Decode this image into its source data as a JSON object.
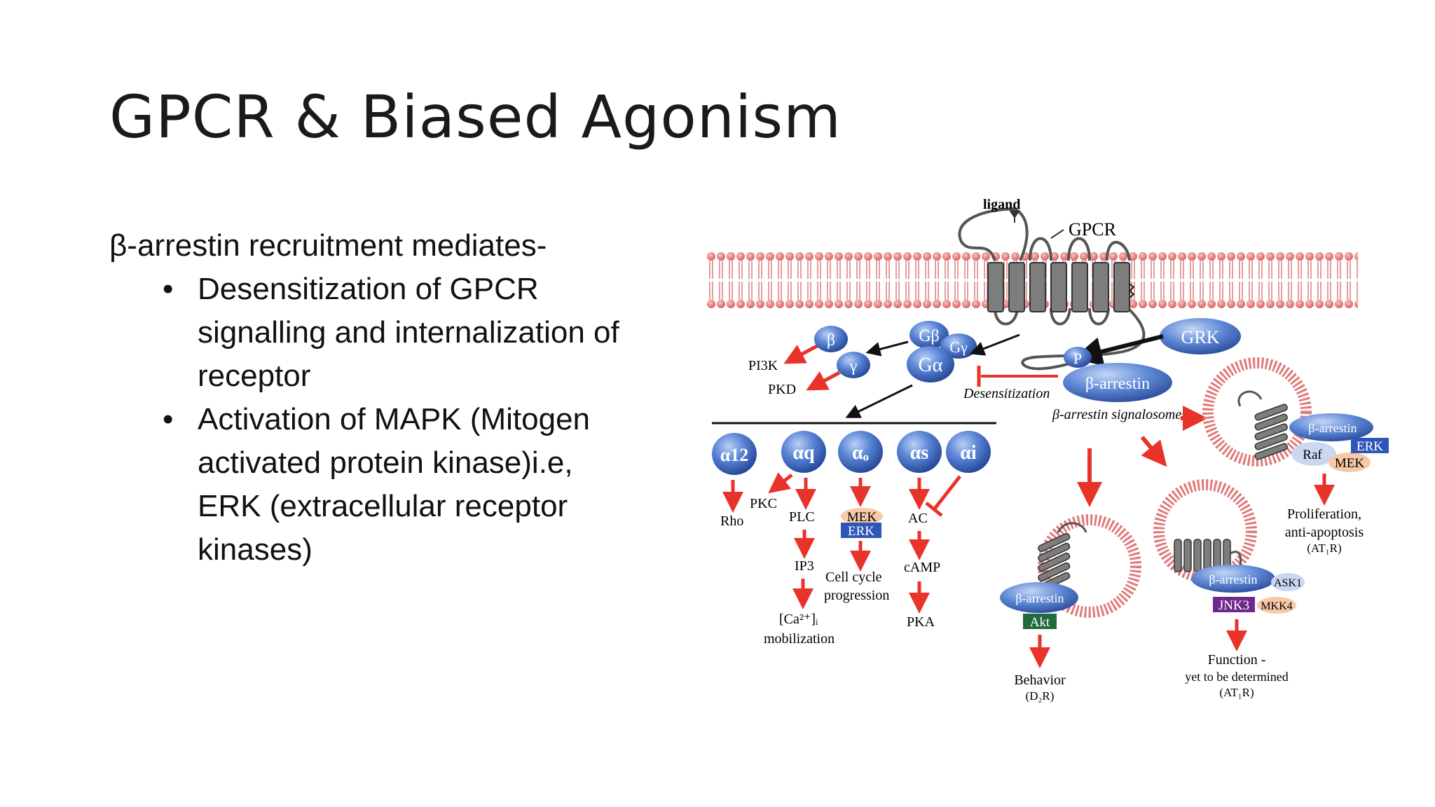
{
  "slide": {
    "title": "GPCR & Biased Agonism",
    "lead": "β-arrestin recruitment mediates-",
    "bullets": [
      "Desensitization of GPCR signalling and internalization of receptor",
      "Activation of MAPK (Mitogen activated protein kinase)i.e, ERK (extracellular receptor kinases)"
    ]
  },
  "figure": {
    "ligand": "ligand",
    "gpcr": "GPCR",
    "grk": "GRK",
    "p": "P",
    "g_beta_small": "β",
    "g_gamma_small": "γ",
    "g_beta": "Gβ",
    "g_gamma": "Gγ",
    "g_alpha": "Gα",
    "pi3k": "PI3K",
    "pkd": "PKD",
    "barrestin_main": "β-arrestin",
    "desensitization": "Desensitization",
    "signalosomes": "β-arrestin signalosomes",
    "alphas": {
      "a12": "α12",
      "aq": "αq",
      "ao": "αₒ",
      "as": "αs",
      "ai": "αi"
    },
    "rho": "Rho",
    "pkc": "PKC",
    "plc": "PLC",
    "ip3": "IP3",
    "ca_line1": "[Ca²⁺]ᵢ",
    "ca_line2": "mobilization",
    "mek": "MEK",
    "erk": "ERK",
    "cellcycle_line1": "Cell cycle",
    "cellcycle_line2": "progression",
    "ac": "AC",
    "camp": "cAMP",
    "pka": "PKA",
    "barrestin_erk": "β-arrestin",
    "raf": "Raf",
    "mek2": "MEK",
    "erk2": "ERK",
    "prolif_line1": "Proliferation,",
    "prolif_line2": "anti-apoptosis",
    "prolif_line3": "(AT₁R)",
    "barrestin_akt": "β-arrestin",
    "akt": "Akt",
    "behavior": "Behavior",
    "d2r": "(D₂R)",
    "barrestin_jnk": "β-arrestin",
    "ask1": "ASK1",
    "jnk3": "JNK3",
    "mkk4": "MKK4",
    "function_line1": "Function -",
    "function_line2": "yet to be determined",
    "function_line3": "(AT₁R)"
  },
  "colors": {
    "membrane": "#e07a7a",
    "arrow_red": "#e8332a",
    "protein_blue": "#4b73c9",
    "erk_blue": "#2f55b8",
    "mek_peach": "#f6c9a8",
    "akt_green": "#1f6b3c",
    "jnk_purple": "#6b2a8c"
  }
}
